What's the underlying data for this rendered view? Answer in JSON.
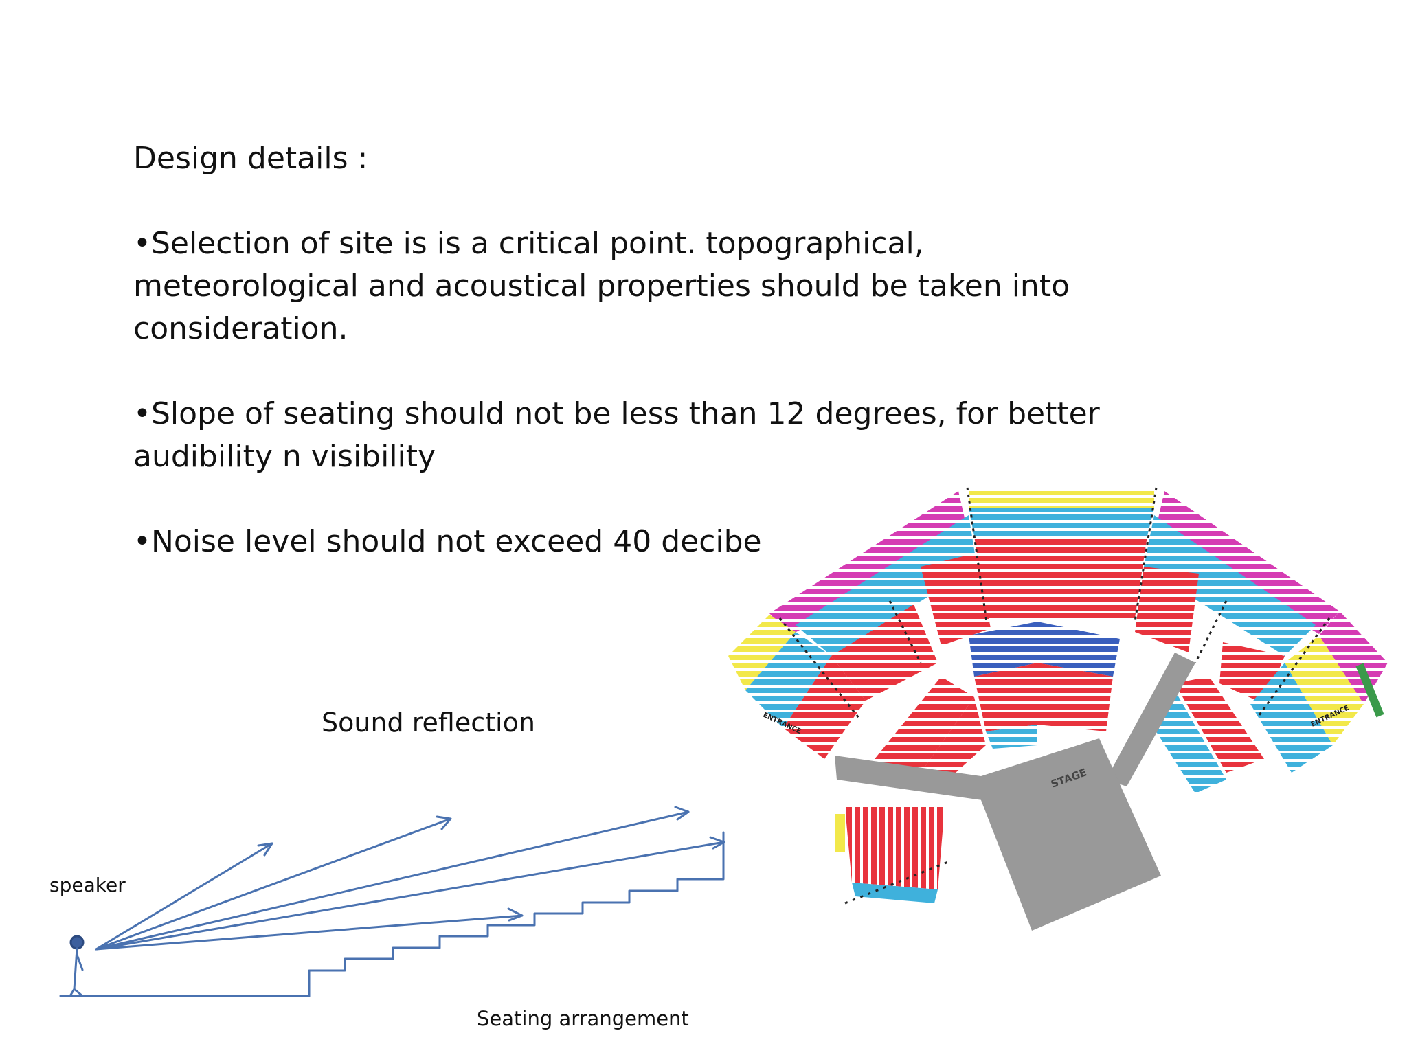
{
  "slide": {
    "heading": "Design details :",
    "bullets": [
      "•Selection of site is  is a critical point. topographical, meteorological and acoustical properties should be taken into consideration.",
      "•Slope of seating should not be less than 12 degrees, for better audibility n visibility",
      "•Noise level should not exceed 40 decibe"
    ]
  },
  "diagram": {
    "title": "Sound reflection",
    "speaker_label": "speaker",
    "seating_label": "Seating arrangement",
    "line_color": "#4a72b0"
  },
  "seating_plan": {
    "stage_label": "STAGE",
    "entrance_label": "ENTRANCE",
    "colors": {
      "red": "#e8333d",
      "blue": "#3fb1dc",
      "yellow": "#f2e84a",
      "magenta": "#d53cb3",
      "navy": "#3a5fbd",
      "green": "#3a9a4a",
      "stage": "#999999"
    }
  }
}
